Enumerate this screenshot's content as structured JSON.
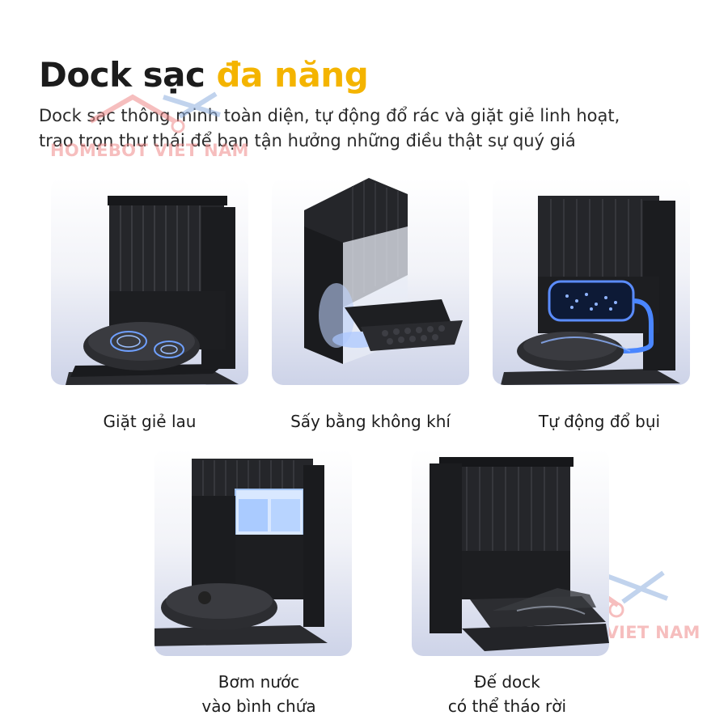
{
  "header": {
    "title_main": "Dock sạc",
    "title_accent": "đa năng",
    "subtitle_line1": "Dock sạc thông minh toàn diện, tự động đổ rác và giặt giẻ linh hoạt,",
    "subtitle_line2": "trao trọn thư thái để bạn tận hưởng những điều thật sự quý giá"
  },
  "watermark": {
    "text": "HOMEBOT VIET NAM"
  },
  "features": [
    {
      "label_line1": "Giặt giẻ lau",
      "label_line2": ""
    },
    {
      "label_line1": "Sấy bằng không khí",
      "label_line2": ""
    },
    {
      "label_line1": "Tự động đổ bụi",
      "label_line2": ""
    },
    {
      "label_line1": "Bơm nước",
      "label_line2": "vào bình chứa"
    },
    {
      "label_line1": "Đế dock",
      "label_line2": "có thể tháo rời"
    }
  ],
  "colors": {
    "accent": "#f4b400",
    "text": "#1c1c1c",
    "dock": "#1e1f22",
    "highlight": "#4a86ff",
    "watermark": "#ef8a8a"
  }
}
